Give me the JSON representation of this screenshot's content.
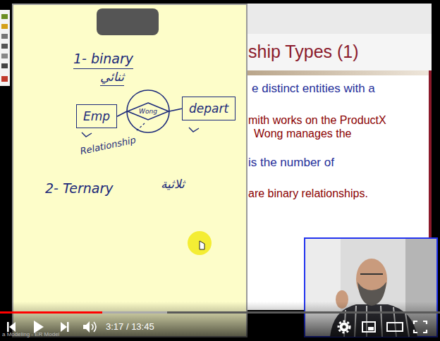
{
  "diagram": {
    "nodes": [
      {
        "text": [
          "Emp"
        ]
      },
      {
        "text": [
          "Wong"
        ]
      },
      {
        "text": [
          "depart"
        ]
      }
    ],
    "edges": [
      {
        "from": 0,
        "to": 1,
        "arrow": "none"
      },
      {
        "from": 1,
        "to": 2,
        "arrow": "none"
      }
    ],
    "labels": [
      "1- binary",
      "ثنائي",
      "Relationship",
      "2- Ternary",
      "ثلاثية",
      "ship Types (1)",
      "e distinct entities with a",
      "mith works on the ProductX",
      "Wong manages the",
      "is the number of",
      "are binary relationships.",
      "3:17 / 13:45",
      "a Modeling - ER Model"
    ]
  }
}
